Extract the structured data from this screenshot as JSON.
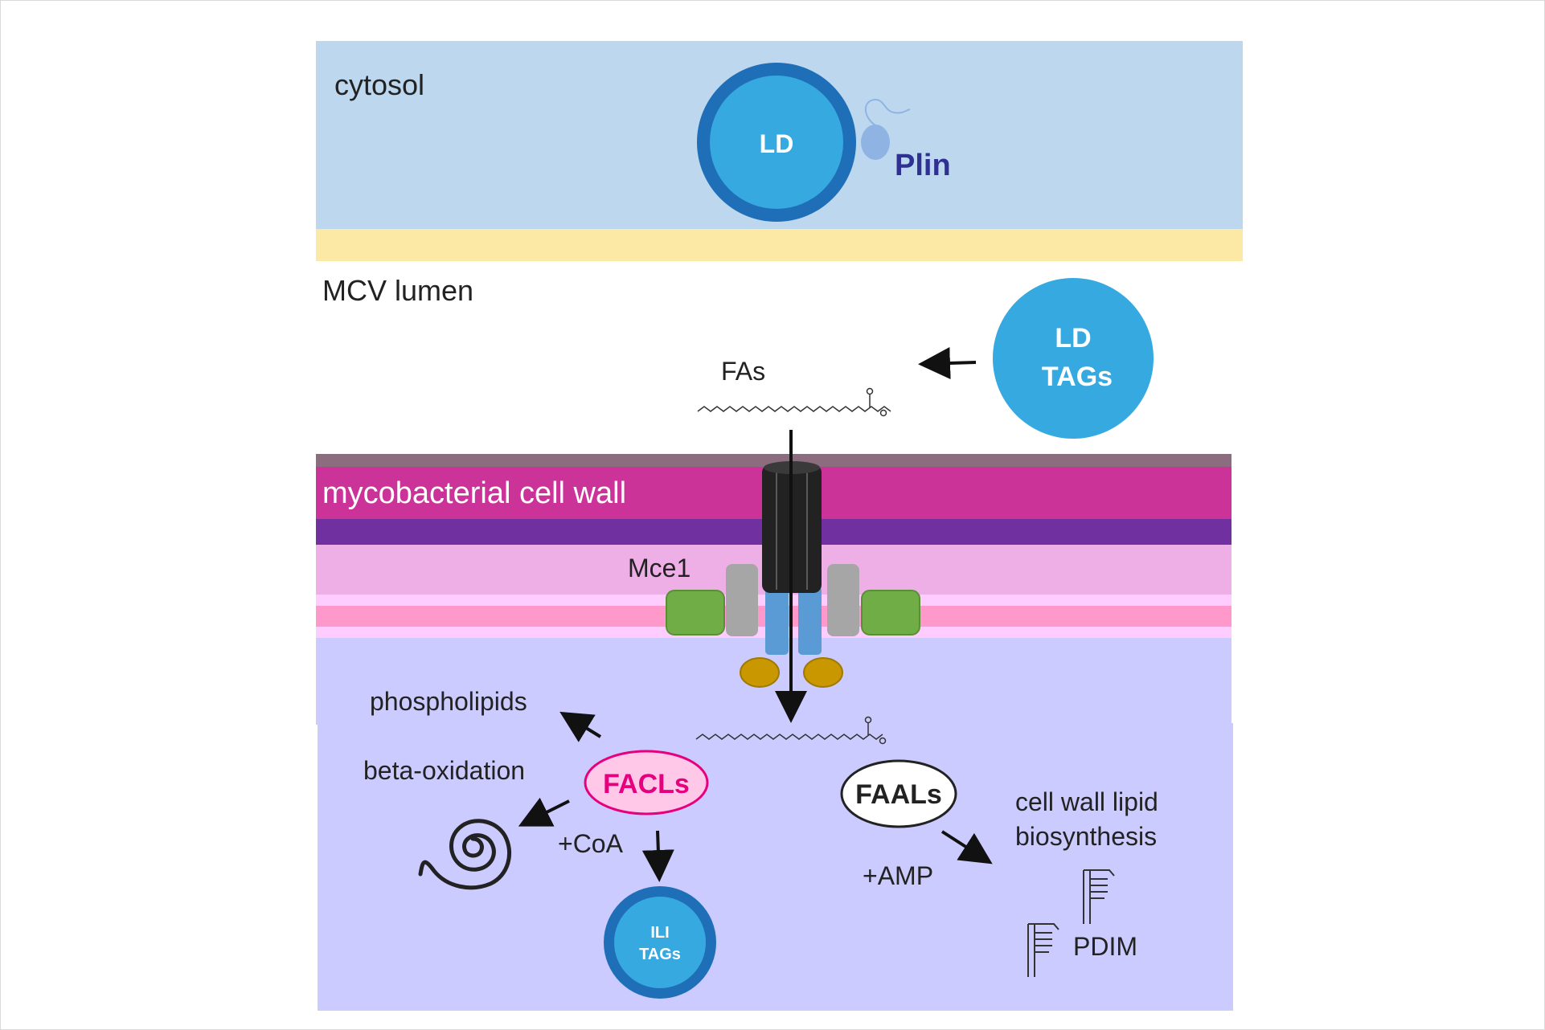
{
  "labels": {
    "cytosol": "cytosol",
    "ld": "LD",
    "plin": "Plin",
    "mcv_lumen": "MCV lumen",
    "ld_tags_line1": "LD",
    "ld_tags_line2": "TAGs",
    "fas": "FAs",
    "cell_wall": "mycobacterial cell wall",
    "mce1": "Mce1",
    "phospholipids": "phospholipids",
    "beta_oxidation": "beta-oxidation",
    "facls": "FACLs",
    "faals": "FAALs",
    "coa": "+CoA",
    "amp": "+AMP",
    "ili_tags_line1": "ILI",
    "ili_tags_line2": "TAGs",
    "cell_wall_lipid_line1": "cell wall lipid",
    "cell_wall_lipid_line2": "biosynthesis",
    "pdim": "PDIM"
  },
  "colors": {
    "cytosol_bg": "#bdd7ee",
    "membrane_yellow": "#fde9a6",
    "ld_inner": "#36a9e1",
    "ld_ring": "#1f6fb8",
    "plin": "#2e3192",
    "cell_wall_magenta": "#cc3399",
    "cell_wall_purple": "#7030a0",
    "periplasm_pink": "#eeafe6",
    "inner_membrane_pink": "#ff99cc",
    "bacterial_cytosol": "#cccbff",
    "facls_text": "#e6007e",
    "facls_fill": "#ffc8e8",
    "transporter_green": "#70ad47",
    "transporter_grey": "#a6a6a6",
    "transporter_blue": "#5b9bd5",
    "transporter_gold": "#c99700",
    "pore_black": "#222222"
  }
}
